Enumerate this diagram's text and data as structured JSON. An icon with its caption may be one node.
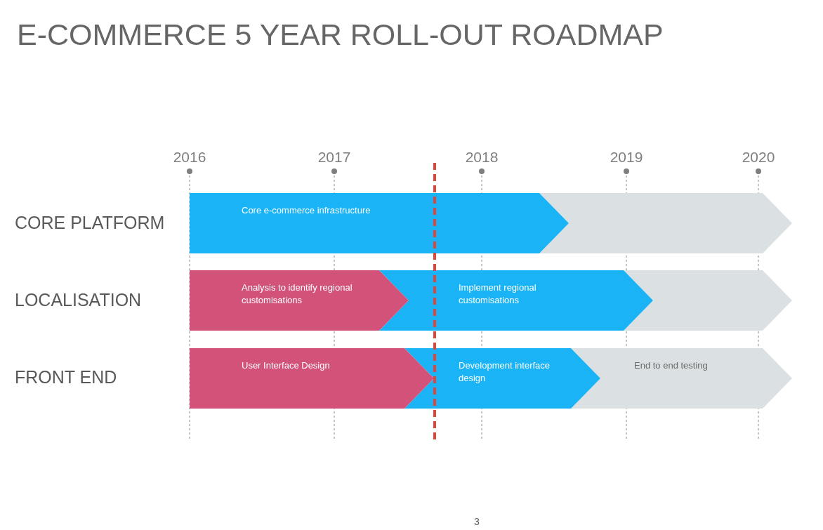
{
  "diagram": {
    "title": "E-COMMERCE 5 YEAR ROLL-OUT ROADMAP",
    "nodes": [
      {
        "text": [
          "Core e-commerce infrastructure"
        ]
      },
      {
        "text": [],
        "shape": "bar"
      },
      {
        "text": [
          "Analysis to identify regional customisations"
        ]
      },
      {
        "text": [
          "Implement regional customisations"
        ]
      },
      {
        "text": [],
        "shape": "bar"
      },
      {
        "text": [
          "User Interface Design"
        ]
      },
      {
        "text": [
          "Development interface design"
        ]
      },
      {
        "text": [
          "End to end testing"
        ]
      }
    ],
    "labels": [
      "2016",
      "2017",
      "2018",
      "2019",
      "2020",
      "CORE PLATFORM",
      "LOCALISATION",
      "FRONT END",
      "3"
    ]
  }
}
